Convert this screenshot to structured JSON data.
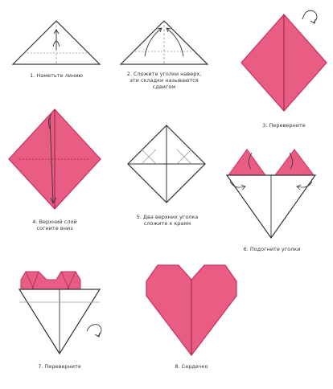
{
  "colors": {
    "pink": "#e95d84",
    "pink_dark": "#c9305f",
    "line": "#333333",
    "fold_line": "#999999",
    "paper": "#ffffff"
  },
  "steps": [
    {
      "caption_lines": [
        "1. Наметьте линию"
      ],
      "icons": [
        "up-arrow-icon"
      ]
    },
    {
      "caption_lines": [
        "2. Сложите уголки наверх,",
        "эти складки называются",
        "сдвигом"
      ],
      "icons": [
        "fold-arrow-icon"
      ]
    },
    {
      "caption_lines": [
        "3. Переверните"
      ],
      "icons": [
        "rotate-arrow-icon"
      ]
    },
    {
      "caption_lines": [
        "4. Верхний слой",
        "согните вниз"
      ],
      "icons": [
        "down-arrow-icon"
      ]
    },
    {
      "caption_lines": [
        "5. Два верхних уголка",
        "сложите к краям"
      ],
      "icons": []
    },
    {
      "caption_lines": [
        "6. Подогните уголки"
      ],
      "icons": [
        "fold-arrow-icon"
      ]
    },
    {
      "caption_lines": [
        "7. Переверните"
      ],
      "icons": [
        "rotate-arrow-icon"
      ]
    },
    {
      "caption_lines": [
        "8. Сердечко"
      ],
      "icons": []
    }
  ]
}
